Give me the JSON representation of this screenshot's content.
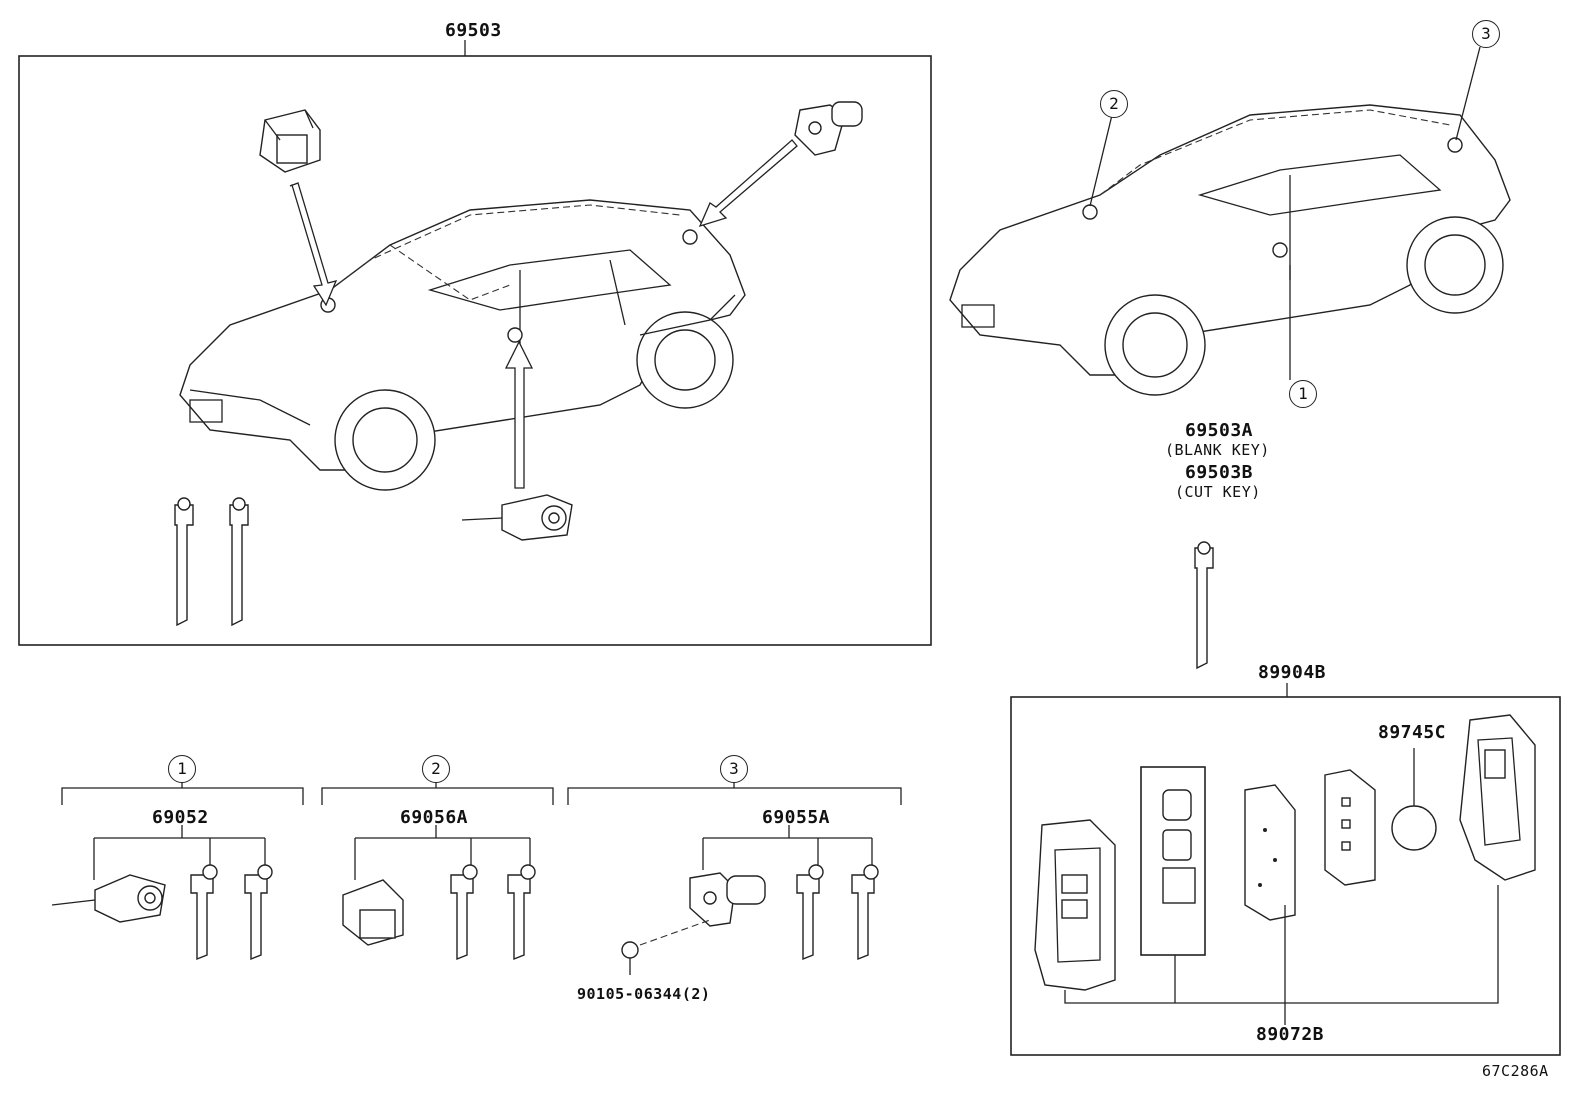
{
  "labels": {
    "assy_set": "69503",
    "blank_key": "69503A",
    "blank_key_note": "(BLANK KEY)",
    "cut_key": "69503B",
    "cut_key_note": "(CUT KEY)",
    "smart_key": "89904B",
    "battery": "89745C",
    "transmitter": "89072B",
    "door_cyl": "69052",
    "glove_cyl": "69056A",
    "luggage_cyl": "69055A",
    "screw": "90105-06344(2)",
    "figure_code": "67C286A"
  },
  "callouts": {
    "one": "1",
    "two": "2",
    "three": "3"
  }
}
